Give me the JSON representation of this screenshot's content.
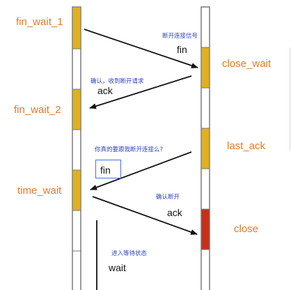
{
  "colors": {
    "active_segment": "#dfb020",
    "close_segment": "#c4301a",
    "state_label": "#e07a2e",
    "note_label": "#2e45b8",
    "arrow": "#111111",
    "lane_border": "#7a7a7a"
  },
  "left_states": {
    "fin_wait_1": "fin_wait_1",
    "fin_wait_2": "fin_wait_2",
    "time_wait": "time_wait"
  },
  "right_states": {
    "close_wait": "close_wait",
    "last_ack": "last_ack",
    "close": "close"
  },
  "messages": {
    "fin_1": "fin",
    "ack_1": "ack",
    "fin_2": "fin",
    "ack_2": "ack",
    "wait": "wait"
  },
  "notes": {
    "disconnect_signal": "断开连接信号",
    "confirm_received": "确认，收到断开请求",
    "really_disconnect": "你真的要跟我断开连接么?",
    "confirm_disconnect": "确认断开",
    "enter_wait_state": "进入等待状态"
  }
}
